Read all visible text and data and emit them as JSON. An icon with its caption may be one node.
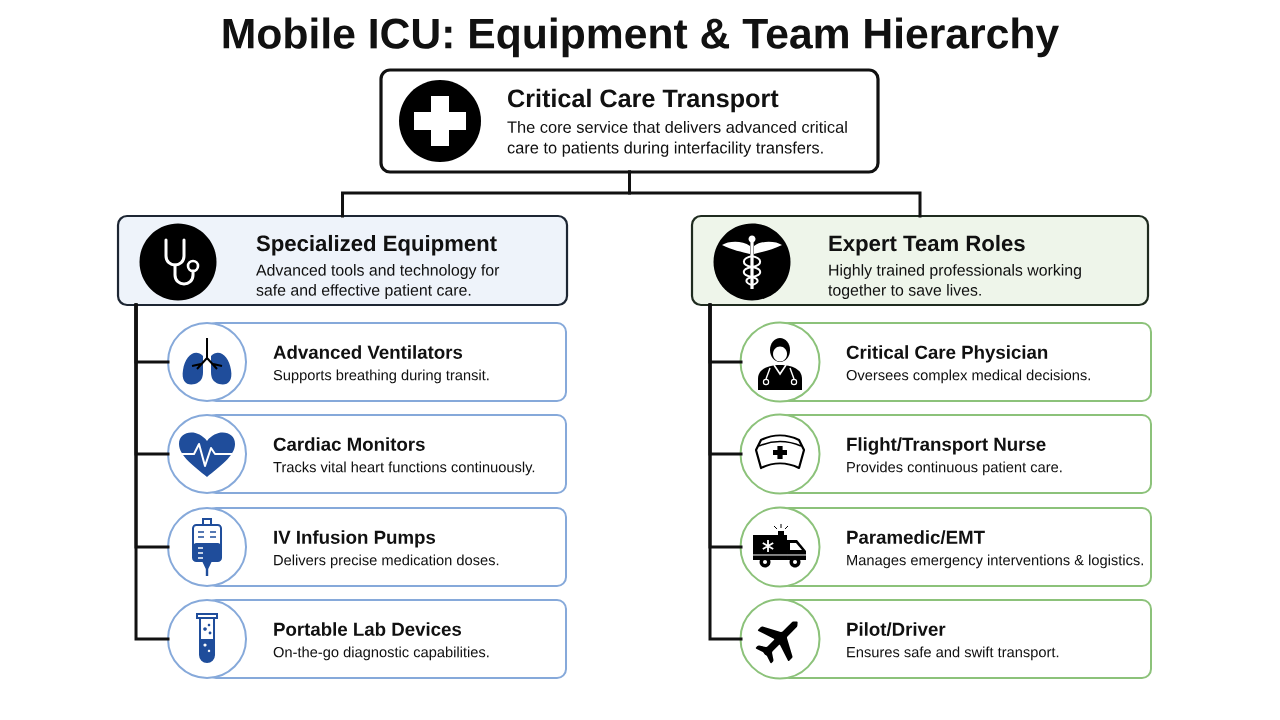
{
  "diagram": {
    "title": "Mobile ICU: Equipment & Team Hierarchy",
    "nodes": [
      {
        "text": [
          "Critical Care Transport",
          "The core service that delivers advanced critical care to patients during interfacility transfers."
        ]
      },
      {
        "text": [
          "Specialized Equipment",
          "Advanced tools and technology for safe and effective patient care."
        ]
      },
      {
        "text": [
          "Advanced Ventilators",
          "Supports breathing during transit."
        ]
      },
      {
        "text": [
          "Cardiac Monitors",
          "Tracks vital heart functions continuously."
        ]
      },
      {
        "text": [
          "IV Infusion Pumps",
          "Delivers precise medication doses."
        ]
      },
      {
        "text": [
          "Portable Lab Devices",
          "On-the-go diagnostic capabilities."
        ]
      },
      {
        "text": [
          "Expert Team Roles",
          "Highly trained professionals working together to save lives."
        ]
      },
      {
        "text": [
          "Critical Care Physician",
          "Oversees complex medical decisions."
        ]
      },
      {
        "text": [
          "Flight/Transport Nurse",
          "Provides continuous patient care."
        ]
      },
      {
        "text": [
          "Paramedic/EMT",
          "Manages emergency interventions & logistics."
        ]
      },
      {
        "text": [
          "Pilot/Driver",
          "Ensures safe and swift transport."
        ]
      }
    ],
    "edges": [
      {
        "from": 0,
        "to": 1,
        "arrow": "none"
      },
      {
        "from": 0,
        "to": 6,
        "arrow": "none"
      },
      {
        "from": 1,
        "to": 2,
        "arrow": "none"
      },
      {
        "from": 1,
        "to": 3,
        "arrow": "none"
      },
      {
        "from": 1,
        "to": 4,
        "arrow": "none"
      },
      {
        "from": 1,
        "to": 5,
        "arrow": "none"
      },
      {
        "from": 6,
        "to": 7,
        "arrow": "none"
      },
      {
        "from": 6,
        "to": 8,
        "arrow": "none"
      },
      {
        "from": 6,
        "to": 9,
        "arrow": "none"
      },
      {
        "from": 6,
        "to": 10,
        "arrow": "none"
      }
    ]
  }
}
